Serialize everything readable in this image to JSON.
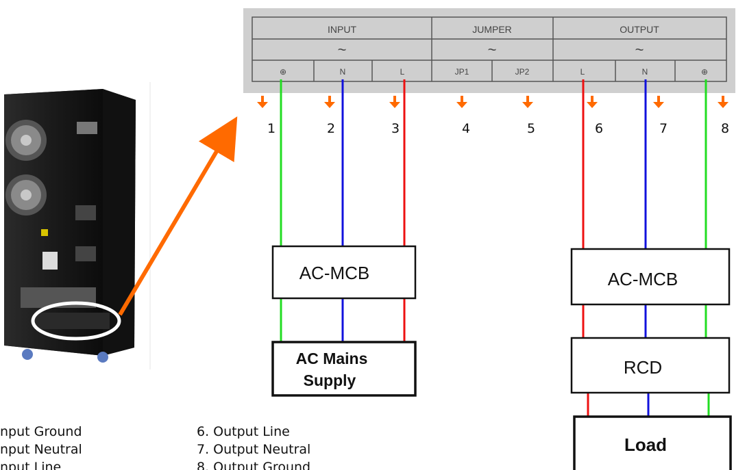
{
  "terminal_panel": {
    "groups": [
      "INPUT",
      "JUMPER",
      "OUTPUT"
    ],
    "wave_symbol": "~",
    "terminals": [
      "⊕",
      "N",
      "L",
      "JP1",
      "JP2",
      "L",
      "N",
      "⊕"
    ]
  },
  "terminal_numbers": [
    "1",
    "2",
    "3",
    "4",
    "5",
    "6",
    "7",
    "8"
  ],
  "input_side": {
    "breaker_label": "AC-MCB",
    "supply_label_line1": "AC Mains",
    "supply_label_line2": "Supply"
  },
  "output_side": {
    "breaker_label": "AC-MCB",
    "rcd_label": "RCD",
    "load_label": "Load"
  },
  "legend_left": [
    "nput Ground",
    "nput Neutral",
    "nput Line"
  ],
  "legend_right": [
    "6. Output Line",
    "7. Output Neutral",
    "8. Output Ground"
  ],
  "colors": {
    "ground": "#22dd22",
    "neutral": "#1111dd",
    "line": "#ee1111",
    "arrow": "#ff6a00",
    "panel": "#cfcfcf"
  }
}
